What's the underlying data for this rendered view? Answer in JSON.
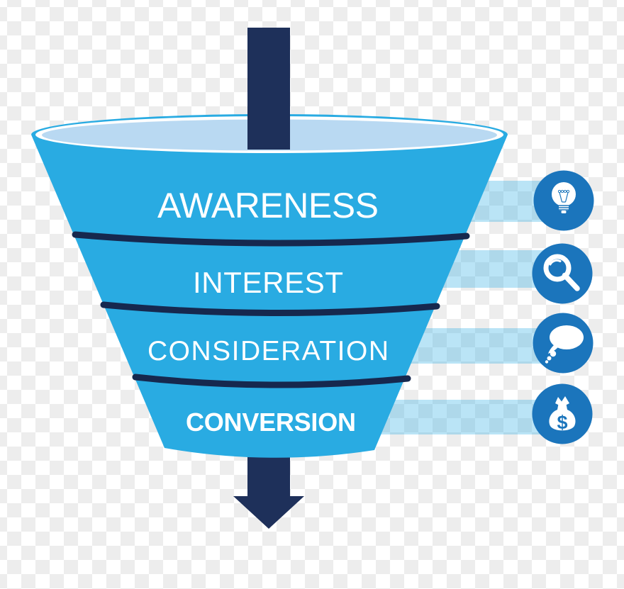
{
  "diagram": {
    "stages": [
      {
        "label": "AWARENESS",
        "icon": "lightbulb-icon"
      },
      {
        "label": "INTEREST",
        "icon": "magnifier-icon"
      },
      {
        "label": "CONSIDERATION",
        "icon": "thought-bubble-icon"
      },
      {
        "label": "CONVERSION",
        "icon": "money-bag-icon",
        "currency_symbol": "$"
      }
    ]
  },
  "colors": {
    "funnel_blue": "#29abe2",
    "rim_ring_white": "#ffffff",
    "rim_inner_blue": "#b9d9f2",
    "arrow_navy": "#1e305a",
    "separator_navy": "#16284e",
    "icon_circle_blue": "#1b75bc",
    "icon_glyph_white": "#ffffff",
    "band_translucent_blue": "rgba(41,171,226,0.32)",
    "label_text_white": "#ffffff",
    "checker_gray": "#ededed",
    "checker_white": "#ffffff"
  }
}
